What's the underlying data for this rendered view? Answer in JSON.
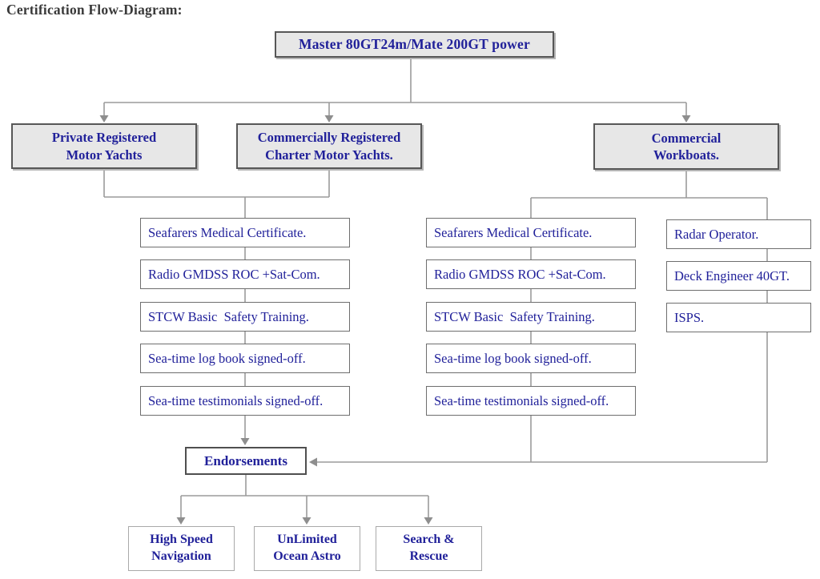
{
  "title": "Certification Flow-Diagram:",
  "root": {
    "label": "Master 80GT24m/Mate 200GT power"
  },
  "level2": {
    "private": "Private Registered\nMotor Yachts",
    "charter": "Commercially Registered\nCharter Motor Yachts.",
    "workboats": "Commercial\nWorkboats."
  },
  "yacht_path": [
    "Seafarers Medical Certificate.",
    "Radio GMDSS ROC +Sat-Com.",
    "STCW Basic  Safety Training.",
    "Sea-time log book signed-off.",
    "Sea-time testimonials signed-off."
  ],
  "charter_path": [
    "Seafarers Medical Certificate.",
    "Radio GMDSS ROC +Sat-Com.",
    "STCW Basic  Safety Training.",
    "Sea-time log book signed-off.",
    "Sea-time testimonials signed-off."
  ],
  "workboat_path": [
    "Radar Operator.",
    "Deck Engineer 40GT.",
    "ISPS."
  ],
  "endorsements_label": "Endorsements",
  "endorsement_options": [
    "High Speed\nNavigation",
    "UnLimited\nOcean Astro",
    "Search &\nRescue"
  ],
  "colors": {
    "node_text": "#21219a",
    "title_text": "#3a3a3a",
    "connector": "#9b9b9b",
    "arrowhead": "#8e8e8e",
    "gray_node_fill": "#e7e7e7"
  }
}
